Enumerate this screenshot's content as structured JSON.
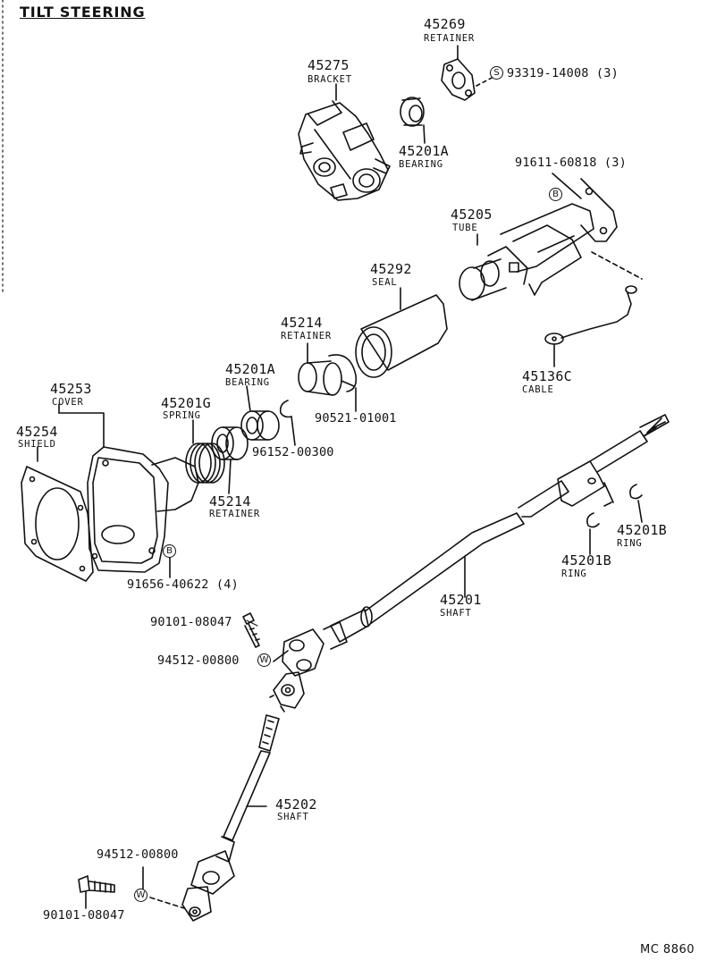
{
  "diagram": {
    "title": "TILT STEERING",
    "code": "MC  8860"
  },
  "parts": [
    {
      "id": "p45269",
      "num": "45269",
      "sub": "RETAINER"
    },
    {
      "id": "p45275",
      "num": "45275",
      "sub": "BRACKET"
    },
    {
      "id": "p45201A_top",
      "num": "45201A",
      "sub": "BEARING"
    },
    {
      "id": "p45205",
      "num": "45205",
      "sub": "TUBE"
    },
    {
      "id": "p45292",
      "num": "45292",
      "sub": "SEAL"
    },
    {
      "id": "p45214_top",
      "num": "45214",
      "sub": "RETAINER"
    },
    {
      "id": "p45136C",
      "num": "45136C",
      "sub": "CABLE"
    },
    {
      "id": "p45201A_mid",
      "num": "45201A",
      "sub": "BEARING"
    },
    {
      "id": "p45253",
      "num": "45253",
      "sub": "COVER"
    },
    {
      "id": "p45201G",
      "num": "45201G",
      "sub": "SPRING"
    },
    {
      "id": "p45254",
      "num": "45254",
      "sub": "SHIELD"
    },
    {
      "id": "p45214_low",
      "num": "45214",
      "sub": "RETAINER"
    },
    {
      "id": "p45201B_right",
      "num": "45201B",
      "sub": "RING"
    },
    {
      "id": "p45201B_left",
      "num": "45201B",
      "sub": "RING"
    },
    {
      "id": "p45201",
      "num": "45201",
      "sub": "SHAFT"
    },
    {
      "id": "p45202",
      "num": "45202",
      "sub": "SHAFT"
    }
  ],
  "fasteners": [
    {
      "id": "f93319",
      "text": "93319-14008 (3)",
      "badge": "S"
    },
    {
      "id": "f91611",
      "text": "91611-60818 (3)",
      "badge": "B"
    },
    {
      "id": "f90521",
      "text": "90521-01001"
    },
    {
      "id": "f96152",
      "text": "96152-00300"
    },
    {
      "id": "f91656",
      "text": "91656-40622 (4)",
      "badge": "B"
    },
    {
      "id": "f90101_a",
      "text": "90101-08047"
    },
    {
      "id": "f94512_a",
      "text": "94512-00800",
      "badge": "W"
    },
    {
      "id": "f94512_b",
      "text": "94512-00800",
      "badge": "W"
    },
    {
      "id": "f90101_b",
      "text": "90101-08047"
    }
  ]
}
